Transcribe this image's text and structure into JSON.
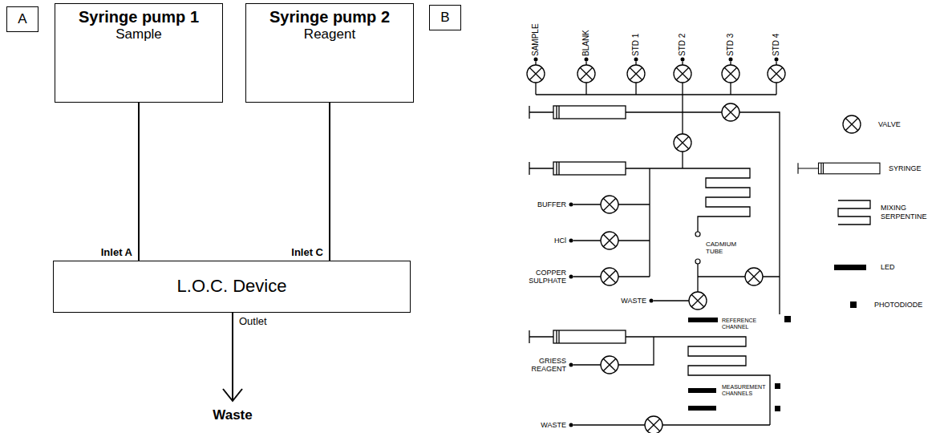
{
  "diagram": {
    "nodes": [
      {
        "text": [
          "A"
        ]
      },
      {
        "text": [
          "Syringe pump 1",
          "Sample"
        ]
      },
      {
        "text": [
          "Syringe pump 2",
          "Reagent"
        ]
      },
      {
        "text": [
          "L.O.C. Device"
        ]
      },
      {
        "text": [
          "B"
        ]
      }
    ],
    "edges": [
      {
        "from": 1,
        "to": 3,
        "arrow": "none",
        "label": "Inlet A"
      },
      {
        "from": 2,
        "to": 3,
        "arrow": "none",
        "label": "Inlet C"
      }
    ],
    "labels": [
      "Outlet",
      "Waste",
      "SAMPLE",
      "BLANK",
      "STD 1",
      "STD 2",
      "STD 3",
      "STD 4",
      "BUFFER",
      "HCl",
      "COPPER SULPHATE",
      "CADMIUM TUBE",
      "WASTE",
      "REFERENCE CHANNEL",
      "MEASUREMENT CHANNELS",
      "GRIESS REAGENT",
      "WASTE"
    ],
    "legend": [
      {
        "text": "VALVE"
      },
      {
        "text": "SYRINGE"
      },
      {
        "text": "MIXING SERPENTINE"
      },
      {
        "text": "LED"
      },
      {
        "text": "PHOTODIODE"
      }
    ]
  }
}
